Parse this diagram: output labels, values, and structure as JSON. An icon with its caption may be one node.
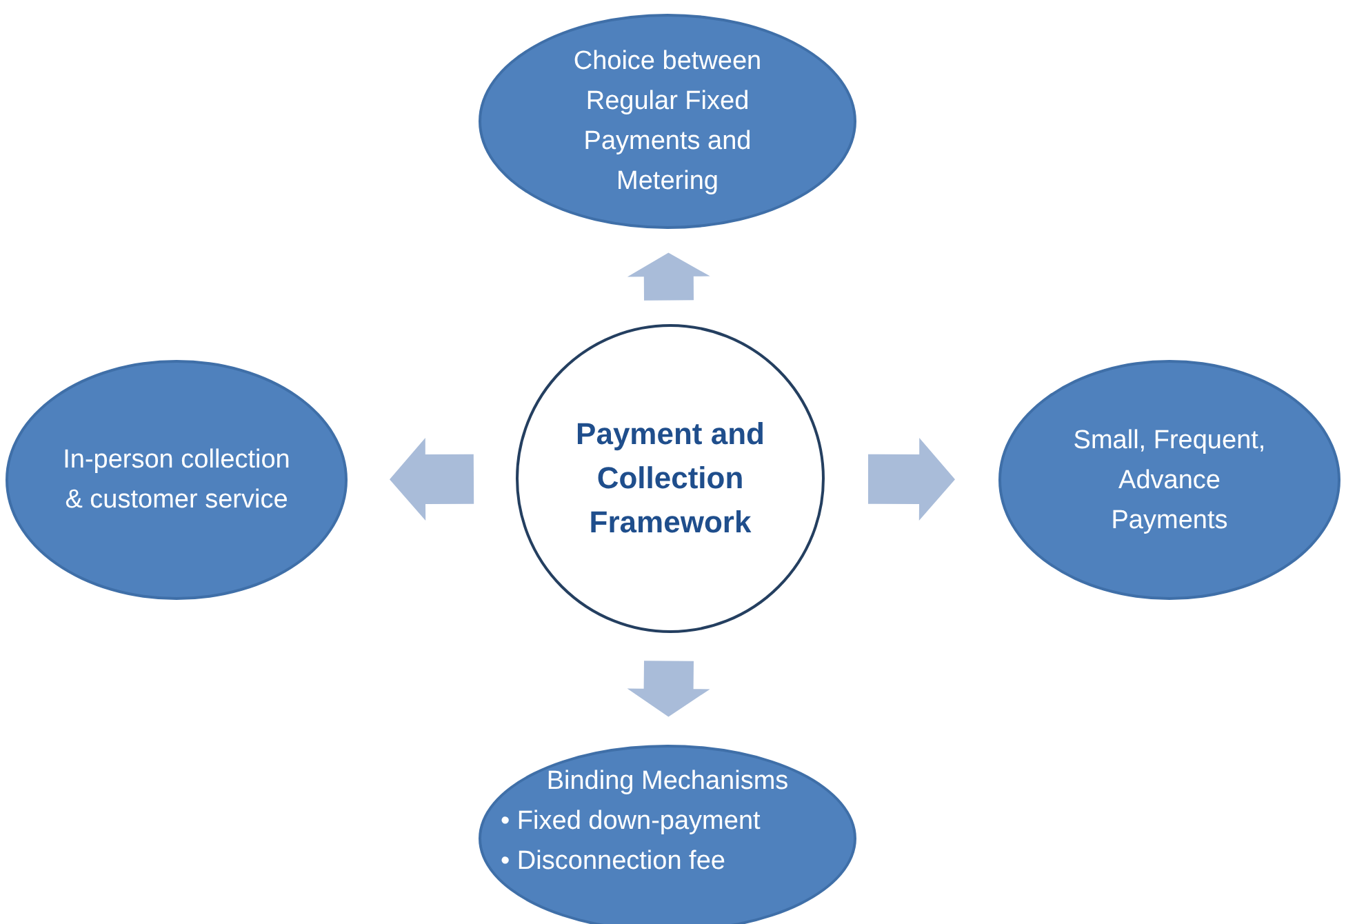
{
  "diagram": {
    "nodes": [
      {
        "text": [
          "Payment and Collection Framework"
        ]
      },
      {
        "text": [
          "Choice between Regular Fixed Payments and Metering"
        ]
      },
      {
        "text": [
          "In-person collection & customer service"
        ]
      },
      {
        "text": [
          "Small, Frequent, Advance Payments"
        ]
      },
      {
        "text": [
          "Binding Mechanisms",
          "• Fixed down-payment",
          "• Disconnection fee"
        ]
      }
    ],
    "edges": [
      {
        "from": 0,
        "to": 1,
        "arrow": "to",
        "style": "thick"
      },
      {
        "from": 0,
        "to": 2,
        "arrow": "to",
        "style": "thick"
      },
      {
        "from": 0,
        "to": 3,
        "arrow": "to",
        "style": "thick"
      },
      {
        "from": 0,
        "to": 4,
        "arrow": "to",
        "style": "thick"
      }
    ]
  }
}
